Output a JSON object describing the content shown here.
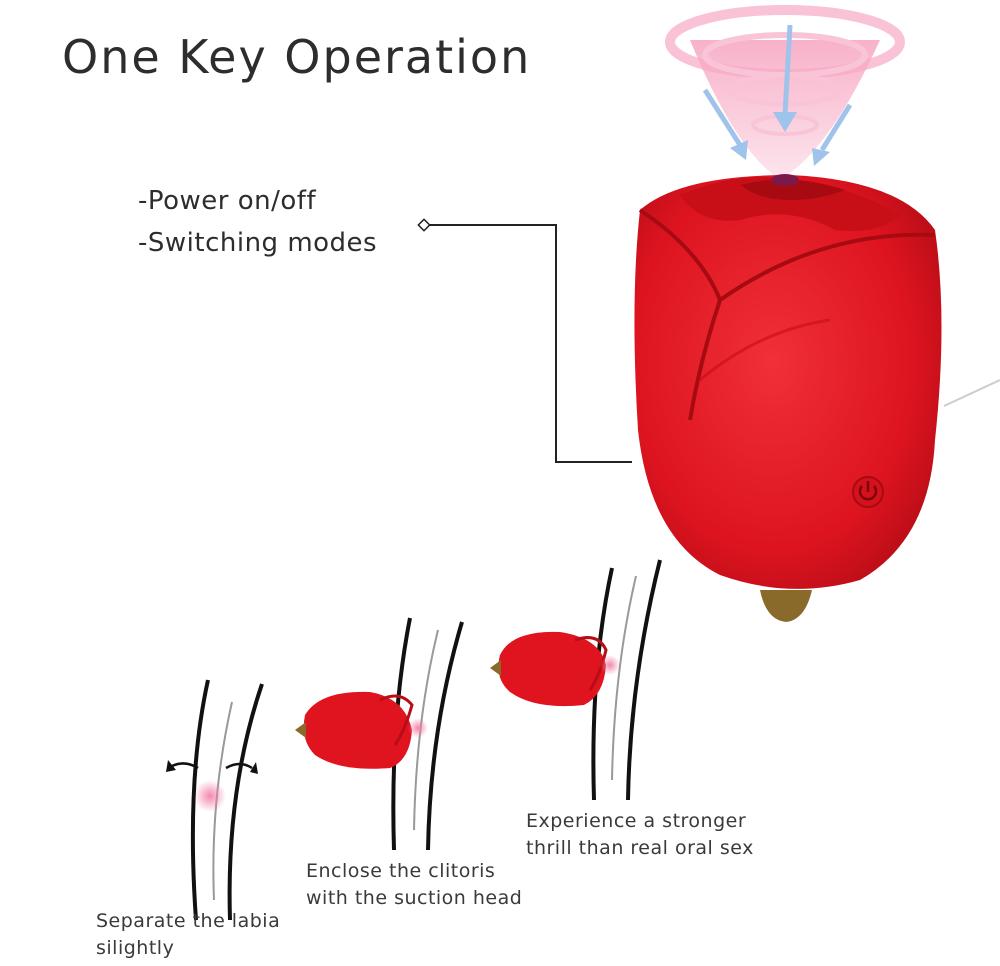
{
  "title": "One Key Operation",
  "features": [
    "-Power on/off",
    "-Switching modes"
  ],
  "steps": [
    {
      "line1": "Separate the labia",
      "line2": "silightly"
    },
    {
      "line1": "Enclose the clitoris",
      "line2": "with the suction head"
    },
    {
      "line1": "Experience a stronger",
      "line2": "thrill than real oral sex"
    }
  ],
  "colors": {
    "rose_red": "#e0141f",
    "rose_dark": "#b80d16",
    "suction_pink": "#f7a9c4",
    "arrow_blue": "#9fc3ea",
    "base_olive": "#8a6a2a"
  },
  "icons": [
    "power-button-icon",
    "rotate-arrow-icon",
    "suction-vortex-icon"
  ]
}
